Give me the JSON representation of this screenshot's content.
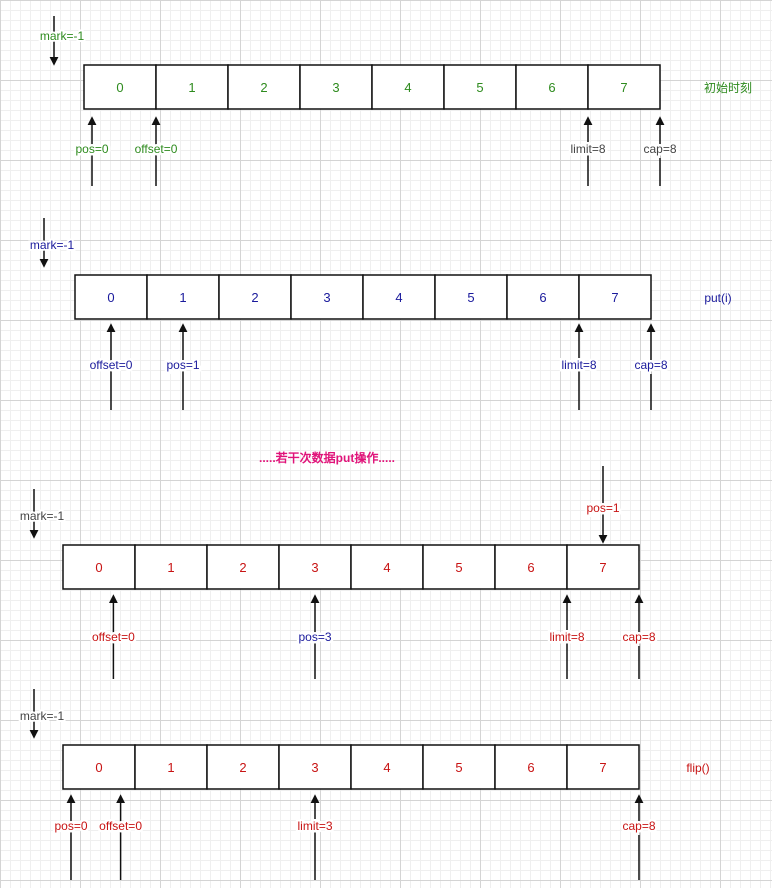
{
  "colors": {
    "green": "#2e8b1e",
    "navy": "#1a1a9c",
    "red": "#c81414",
    "gray": "#444444",
    "pink": "#e0147a",
    "line": "#111111"
  },
  "note": {
    "text": ".....若干次数据put操作.....",
    "color": "pink"
  },
  "panels": [
    {
      "id": "initial",
      "color": "green",
      "cells": [
        "0",
        "1",
        "2",
        "3",
        "4",
        "5",
        "6",
        "7"
      ],
      "stage_label": "初始时刻",
      "mark": "mark=-1",
      "pointers": [
        {
          "label": "pos=0",
          "cell": 0,
          "side": "below",
          "color": "green"
        },
        {
          "label": "offset=0",
          "cell": 1,
          "side": "below",
          "color": "green"
        },
        {
          "label": "limit=8",
          "cell": 7,
          "side": "below",
          "color": "gray"
        },
        {
          "label": "cap=8",
          "cell": 8,
          "side": "below",
          "color": "gray"
        }
      ]
    },
    {
      "id": "put",
      "color": "navy",
      "cells": [
        "0",
        "1",
        "2",
        "3",
        "4",
        "5",
        "6",
        "7"
      ],
      "stage_label": "put(i)",
      "mark": "mark=-1",
      "pointers": [
        {
          "label": "offset=0",
          "cell": 0.5,
          "side": "below",
          "color": "navy"
        },
        {
          "label": "pos=1",
          "cell": 1.5,
          "side": "below",
          "color": "navy"
        },
        {
          "label": "limit=8",
          "cell": 7,
          "side": "below",
          "color": "navy"
        },
        {
          "label": "cap=8",
          "cell": 8,
          "side": "below",
          "color": "navy"
        }
      ]
    },
    {
      "id": "after-puts",
      "color": "red",
      "cells": [
        "0",
        "1",
        "2",
        "3",
        "4",
        "5",
        "6",
        "7"
      ],
      "stage_label": "",
      "mark": "mark=-1",
      "pointers": [
        {
          "label": "pos=1",
          "cell": 7.5,
          "side": "above",
          "color": "red"
        },
        {
          "label": "offset=0",
          "cell": 0.7,
          "side": "below",
          "color": "red"
        },
        {
          "label": "pos=3",
          "cell": 3.5,
          "side": "below",
          "color": "navy"
        },
        {
          "label": "limit=8",
          "cell": 7,
          "side": "below",
          "color": "red"
        },
        {
          "label": "cap=8",
          "cell": 8,
          "side": "below",
          "color": "red"
        }
      ]
    },
    {
      "id": "flip",
      "color": "red",
      "cells": [
        "0",
        "1",
        "2",
        "3",
        "4",
        "5",
        "6",
        "7"
      ],
      "stage_label": "flip()",
      "mark": "mark=-1",
      "pointers": [
        {
          "label": "pos=0",
          "cell": 0,
          "side": "below",
          "color": "red"
        },
        {
          "label": "offset=0",
          "cell": 0.8,
          "side": "below",
          "color": "red"
        },
        {
          "label": "limit=3",
          "cell": 3.5,
          "side": "below",
          "color": "red"
        },
        {
          "label": "cap=8",
          "cell": 8,
          "side": "below",
          "color": "red"
        }
      ]
    }
  ]
}
